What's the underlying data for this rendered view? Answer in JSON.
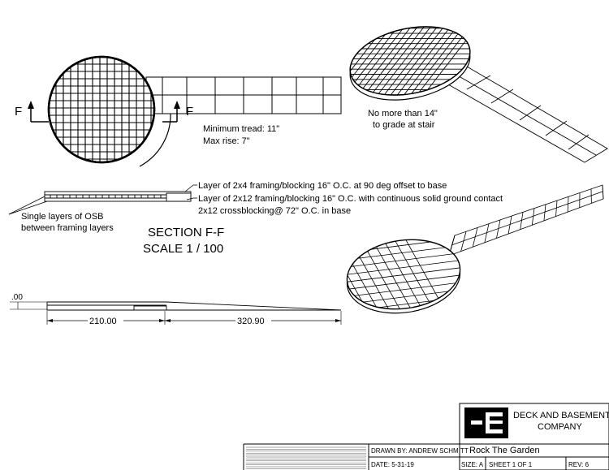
{
  "plan": {
    "section_marker_left": "F",
    "section_marker_right": "F",
    "tread_note": "Minimum tread: 11\"",
    "rise_note": "Max rise: 7\""
  },
  "iso_top": {
    "grade_note_line1": "No more than 14\"",
    "grade_note_line2": "to grade at stair"
  },
  "section": {
    "callout_2x4": "Layer of 2x4 framing/blocking 16\" O.C. at 90 deg offset to base",
    "callout_2x12_line1": "Layer of 2x12 framing/blocking 16\" O.C. with continuous solid ground contact",
    "callout_2x12_line2": "2x12 crossblocking@ 72\" O.C. in base",
    "osb_line1": "Single layers of OSB",
    "osb_line2": "between framing layers",
    "title": "SECTION F-F",
    "scale": "SCALE 1 / 100"
  },
  "elevation": {
    "height_dim": ".00",
    "dim_left": "210.00",
    "dim_right": "320.90"
  },
  "title_block": {
    "company_line1": "DECK AND BASEMENT",
    "company_line2": "COMPANY",
    "drawn_by": "DRAWN BY: ANDREW SCHMITT",
    "project": "Rock The Garden",
    "date": "DATE: 5-31-19",
    "size": "SIZE: A",
    "sheet": "SHEET 1 OF 1",
    "rev": "REV: 6"
  }
}
